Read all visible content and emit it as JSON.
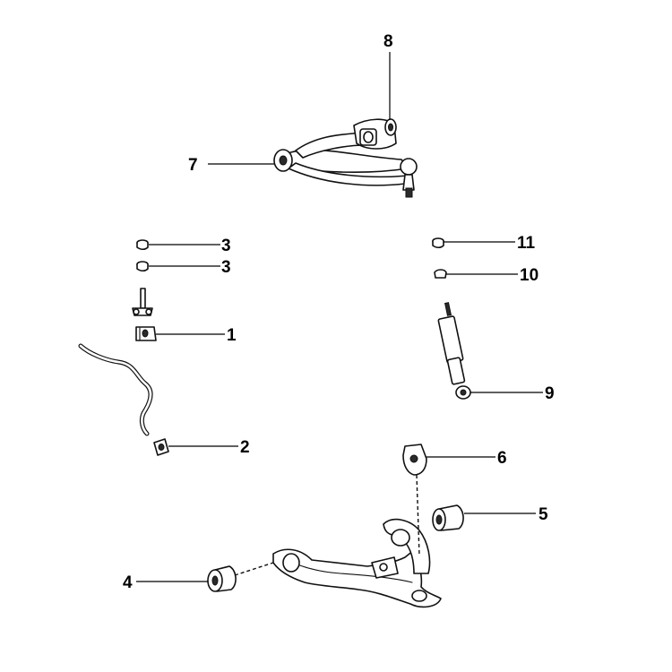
{
  "callouts": {
    "c1": "1",
    "c2": "2",
    "c3a": "3",
    "c3b": "3",
    "c4": "4",
    "c5": "5",
    "c6": "6",
    "c7": "7",
    "c8": "8",
    "c9": "9",
    "c10": "10",
    "c11": "11"
  }
}
